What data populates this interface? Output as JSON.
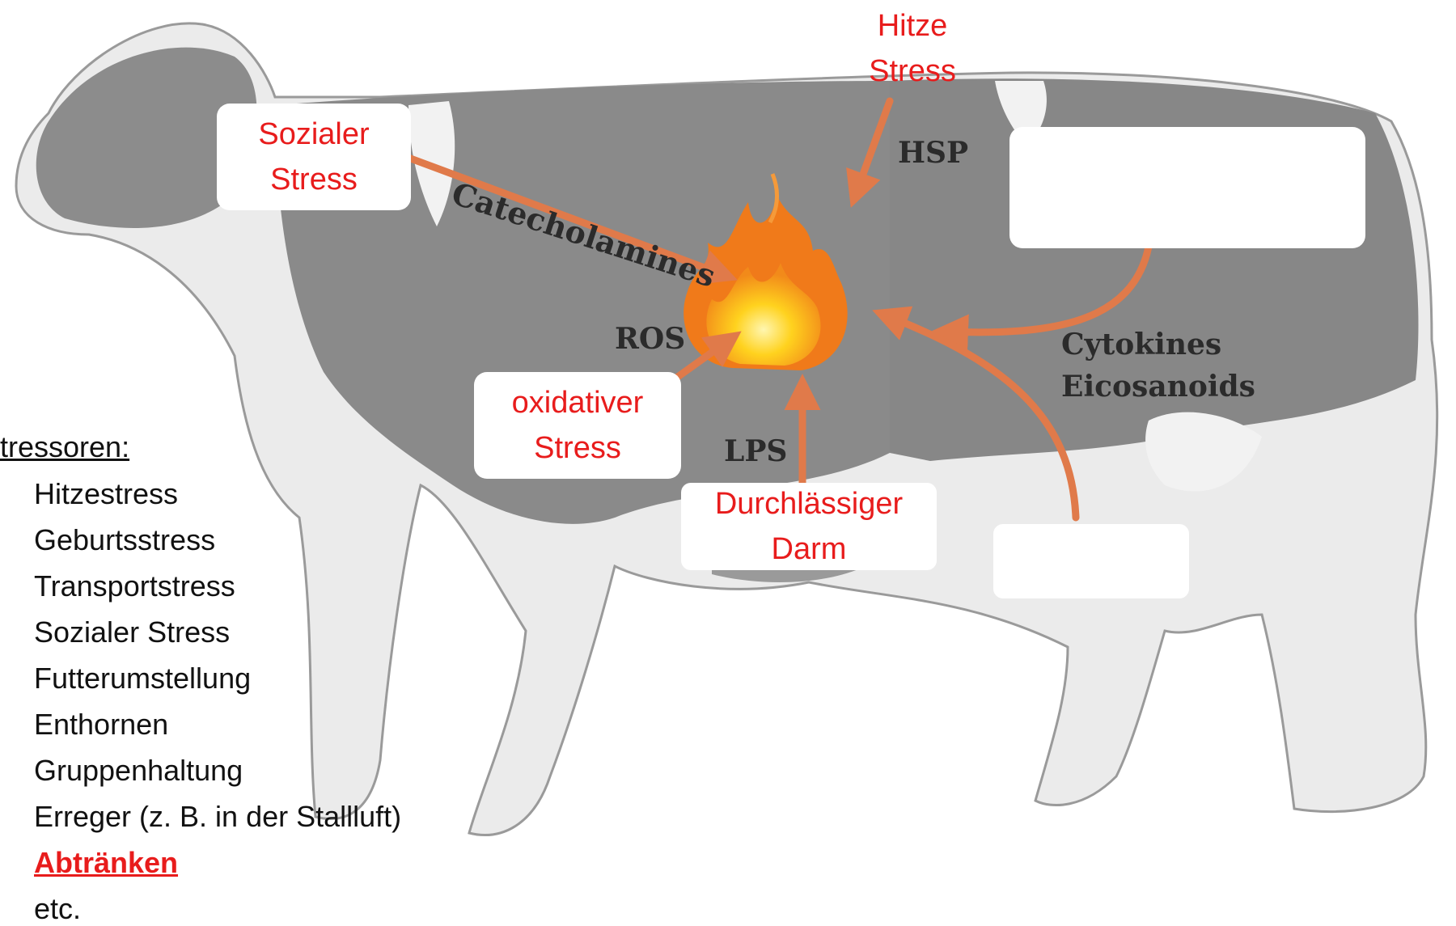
{
  "labels": {
    "hitze": [
      "Hitze",
      "Stress"
    ],
    "sozialer": [
      "Sozialer",
      "Stress"
    ],
    "oxidativ": [
      "oxidativer",
      "Stress"
    ],
    "darm": [
      "Durchlässiger",
      "Darm"
    ]
  },
  "molecules": {
    "catecholamines": "Catecholamines",
    "hsp": "HSP",
    "ros": "ROS",
    "lps": "LPS",
    "cytokines": "Cytokines",
    "eicosanoids": "Eicosanoids"
  },
  "stressors": {
    "heading": "tressoren:",
    "items": [
      "Hitzestress",
      "Geburtsstress",
      "Transportstress",
      "Sozialer Stress",
      "Futterumstellung",
      "Enthornen",
      "Gruppenhaltung",
      "Erreger (z. B. in der Stallluft)",
      "Abtränken",
      "etc."
    ]
  },
  "colors": {
    "accent_red": "#e81c1c",
    "arrow_orange": "#e07a4a",
    "cow_gray": "#8c8c8c"
  }
}
